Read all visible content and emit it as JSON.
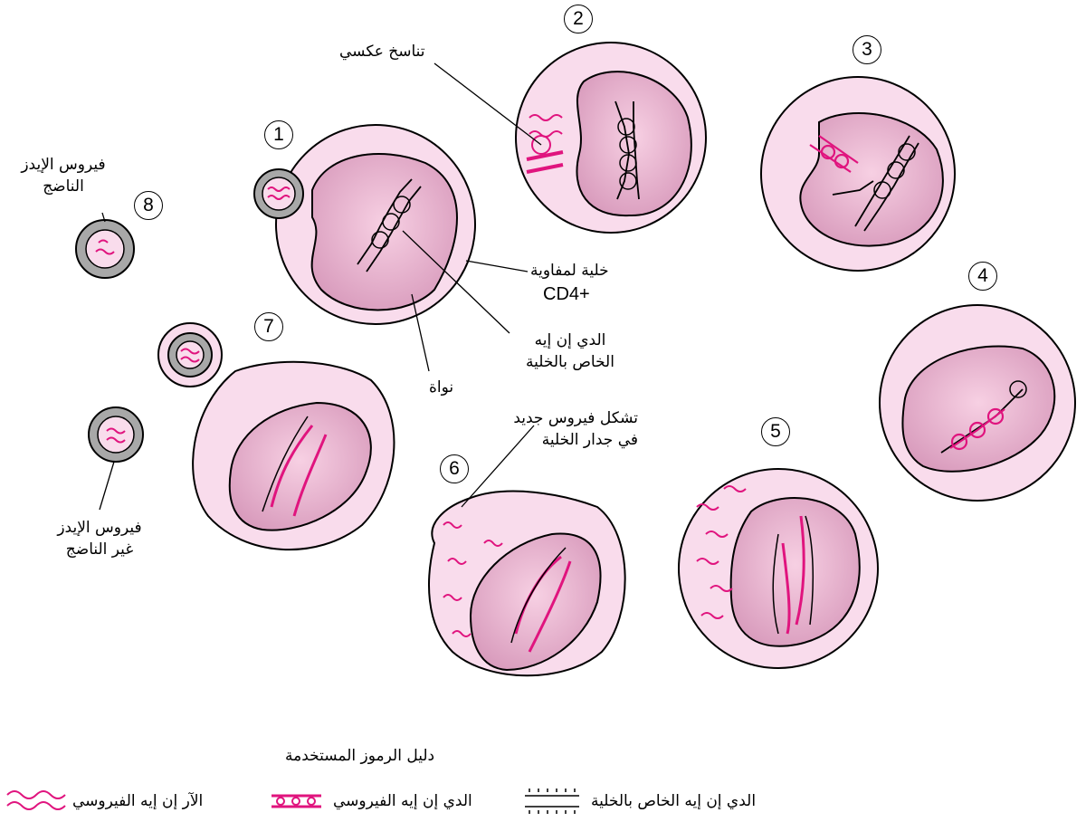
{
  "steps": [
    "1",
    "2",
    "3",
    "4",
    "5",
    "6",
    "7",
    "8"
  ],
  "labels": {
    "reverse_transcription": "تناسخ عكسي",
    "mature_virus_line1": "فيروس الإيدز",
    "mature_virus_line2": "الناضج",
    "cd4_cell_line1": "خلية لمفاوية",
    "cd4_cell_line2": "CD4+",
    "cell_dna_line1": "الدي إن إيه",
    "cell_dna_line2": "الخاص بالخلية",
    "nucleus": "نواة",
    "new_virus_line1": "تشكل فيروس جديد",
    "new_virus_line2": "في  جدار الخلية",
    "immature_virus_line1": "فيروس الإيدز",
    "immature_virus_line2": "غير الناضج"
  },
  "legend": {
    "title": "دليل الرموز المستخدمة",
    "viral_rna": "الآر إن إيه الفيروسي",
    "viral_dna": "الدي إن إيه الفيروسي",
    "cell_dna": "الدي إن إيه الخاص بالخلية"
  },
  "colors": {
    "cell_fill": "#f9dcec",
    "nucleus_fill": "#f2b8d6",
    "viral": "#e0147e",
    "virus_ring": "#a8a8a8",
    "outline": "#000000"
  }
}
